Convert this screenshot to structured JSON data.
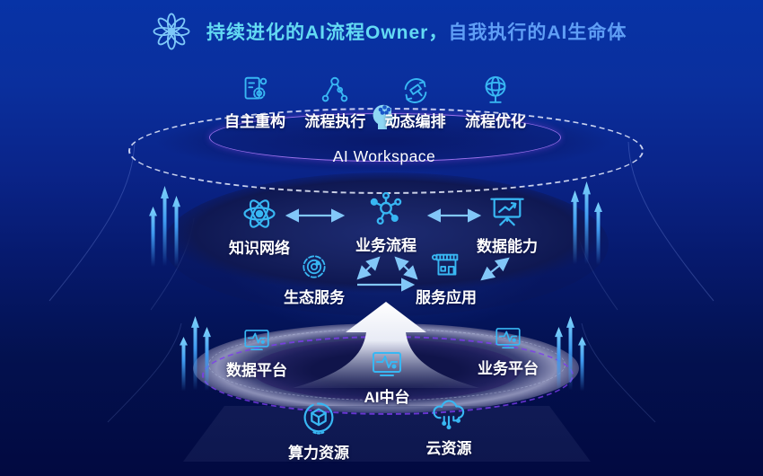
{
  "title": {
    "icon": "flower-atom-icon",
    "part1": "持续进化的AI流程Owner，",
    "part2": "自我执行的AI生命体"
  },
  "workspace": {
    "label": "AI Workspace",
    "head_icon": "ai-head-icon",
    "features": [
      {
        "label": "自主重构",
        "icon": "doc-gear-icon"
      },
      {
        "label": "流程执行",
        "icon": "branch-flow-icon"
      },
      {
        "label": "动态编排",
        "icon": "dynamic-orchestration-icon"
      },
      {
        "label": "流程优化",
        "icon": "globe-icon"
      }
    ]
  },
  "capabilities": {
    "top": [
      {
        "label": "知识网络",
        "icon": "atom-icon"
      },
      {
        "label": "业务流程",
        "icon": "molecule-icon"
      },
      {
        "label": "数据能力",
        "icon": "chart-board-icon"
      }
    ],
    "bottom": [
      {
        "label": "生态服务",
        "icon": "radar-icon"
      },
      {
        "label": "服务应用",
        "icon": "storefront-icon"
      }
    ]
  },
  "platforms": [
    {
      "label": "数据平台",
      "icon": "monitor-pulse-icon"
    },
    {
      "label": "AI中台",
      "icon": "monitor-pulse-icon"
    },
    {
      "label": "业务平台",
      "icon": "monitor-pulse-icon"
    }
  ],
  "resources": [
    {
      "label": "算力资源",
      "icon": "compute-cube-icon"
    },
    {
      "label": "云资源",
      "icon": "cloud-circuit-icon"
    }
  ],
  "colors": {
    "background_top": "#0733a6",
    "background_bottom": "#020940",
    "title_cyan": "#63daf3",
    "title_blue": "#5f9ef5",
    "icon_stroke": "#38b7f3",
    "link_arrow": "#82c7f8",
    "dashed_purple": "#7d3bf0",
    "label_text": "#ffffff"
  }
}
